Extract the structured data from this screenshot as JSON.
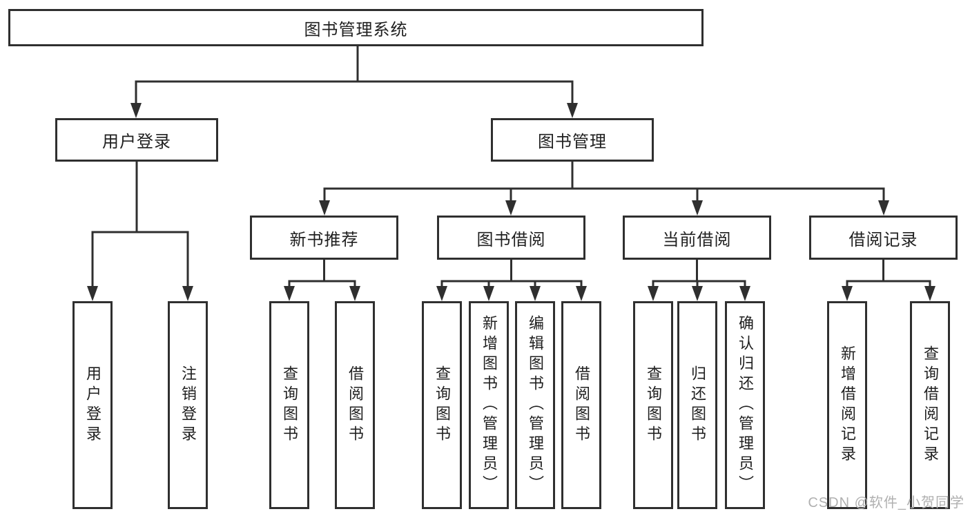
{
  "diagram_title": "图书管理系统",
  "tree": {
    "label": "图书管理系统",
    "children": [
      {
        "label": "用户登录",
        "children": [
          {
            "label": "用户登录"
          },
          {
            "label": "注销登录"
          }
        ]
      },
      {
        "label": "图书管理",
        "children": [
          {
            "label": "新书推荐",
            "children": [
              {
                "label": "查询图书"
              },
              {
                "label": "借阅图书"
              }
            ]
          },
          {
            "label": "图书借阅",
            "children": [
              {
                "label": "查询图书"
              },
              {
                "label": "新增图书（管理员）"
              },
              {
                "label": "编辑图书（管理员）"
              },
              {
                "label": "借阅图书"
              }
            ]
          },
          {
            "label": "当前借阅",
            "children": [
              {
                "label": "查询图书"
              },
              {
                "label": "归还图书"
              },
              {
                "label": "确认归还（管理员）"
              }
            ]
          },
          {
            "label": "借阅记录",
            "children": [
              {
                "label": "新增借阅记录"
              },
              {
                "label": "查询借阅记录"
              }
            ]
          }
        ]
      }
    ]
  },
  "watermark": {
    "text": "CSDN @软件_小贺同学"
  },
  "colors": {
    "line": "#2f2f2f",
    "box_border": "#2f2f2f",
    "background": "#ffffff",
    "text": "#1f1f1f",
    "watermark": "#b0b0b0"
  }
}
